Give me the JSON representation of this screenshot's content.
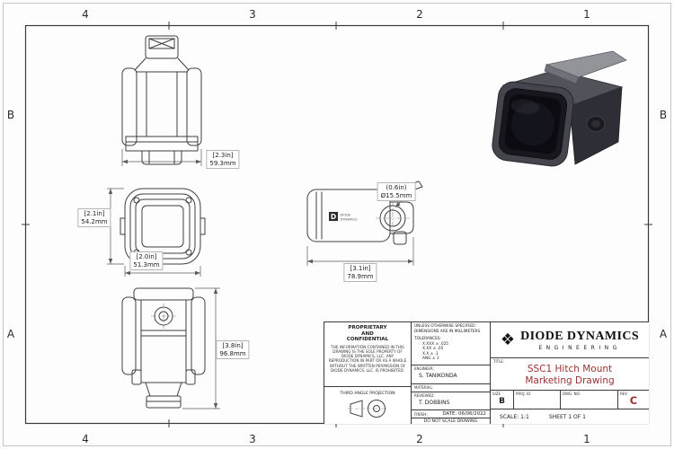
{
  "zones": {
    "top": [
      "4",
      "3",
      "2",
      "1"
    ],
    "bottom": [
      "4",
      "3",
      "2",
      "1"
    ],
    "left": [
      "B",
      "A"
    ],
    "right": [
      "B",
      "A"
    ]
  },
  "dims": {
    "d1": {
      "in": "[2.3in]",
      "mm": "59.3mm"
    },
    "d2": {
      "in": "[2.1in]",
      "mm": "54.2mm"
    },
    "d3": {
      "in": "[2.0in]",
      "mm": "51.3mm"
    },
    "d4": {
      "in": "[3.1in]",
      "mm": "78.9mm"
    },
    "d5": {
      "in": "(0.6in)",
      "mm": "Ø15.5mm"
    },
    "d6": {
      "in": "[3.8in]",
      "mm": "96.8mm"
    }
  },
  "views": {
    "side_logo": {
      "mark": "D",
      "line1": "DIODE",
      "line2": "DYNAMICS"
    }
  },
  "tb": {
    "prop_title1": "PROPRIETARY",
    "prop_title2": "AND",
    "prop_title3": "CONFIDENTIAL",
    "prop_body": "THE INFORMATION CONTAINED IN THIS DRAWING IS THE SOLE PROPERTY OF DIODE DYNAMICS, LLC.  ANY REPRODUCTION IN PART OR AS A WHOLE WITHOUT THE WRITTEN PERMISSION OF DIODE DYNAMICS, LLC. IS PROHIBITED.",
    "third_angle": "THIRD ANGLE PROJECTION",
    "unless": "UNLESS OTHERWISE SPECIFIED:",
    "dims_unit": "DIMENSIONS ARE IN MILLIMETERS",
    "tol_title": "TOLERANCES:",
    "tols": [
      "X.XXX ± .025",
      "X.XX ± .05",
      "X.X ± .1",
      "ANG ± 1"
    ],
    "engineer_label": "ENGINEER:",
    "engineer": "S. TANIKONDA",
    "material_label": "MATERIAL:",
    "reviewed_label": "REVIEWED:",
    "reviewed": "T. DOBBINS",
    "finish_label": "FINISH:",
    "date_label": "DATE:",
    "date": "06/06/2022",
    "do_not_scale": "DO NOT SCALE DRAWING",
    "logo_icon": "❖",
    "company": "DIODE DYNAMICS",
    "division": "ENGINEERING",
    "title_label": "TITLE:",
    "title1": "SSC1 Hitch Mount",
    "title2": "Marketing Drawing",
    "size_label": "SIZE",
    "size": "B",
    "proj_label": "PROJ. ID",
    "dwg_label": "DWG. NO.",
    "rev_label": "REV",
    "rev": "C",
    "scale": "SCALE: 1:1",
    "sheet": "SHEET 1 OF 1"
  }
}
